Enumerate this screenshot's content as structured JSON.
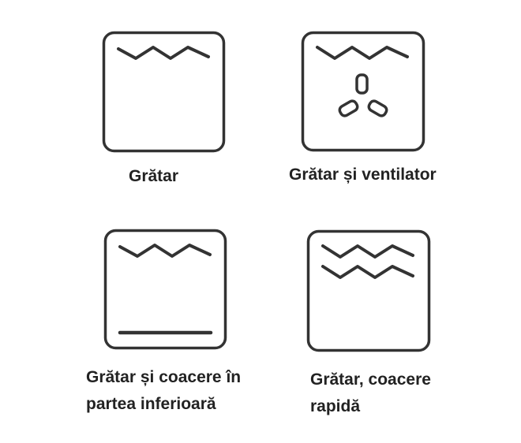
{
  "stroke_color": "#333333",
  "modes": [
    {
      "id": "grill",
      "label_lines": [
        "Grătar"
      ],
      "icon": "grill-icon"
    },
    {
      "id": "grill-fan",
      "label_lines": [
        "Grătar și ventilator"
      ],
      "icon": "grill-fan-icon"
    },
    {
      "id": "grill-bottom",
      "label_lines": [
        "Grătar și coacere în",
        "partea inferioară"
      ],
      "icon": "grill-bottom-heat-icon"
    },
    {
      "id": "grill-fast",
      "label_lines": [
        "Grătar, coacere",
        "rapidă"
      ],
      "icon": "fast-grill-icon"
    }
  ]
}
